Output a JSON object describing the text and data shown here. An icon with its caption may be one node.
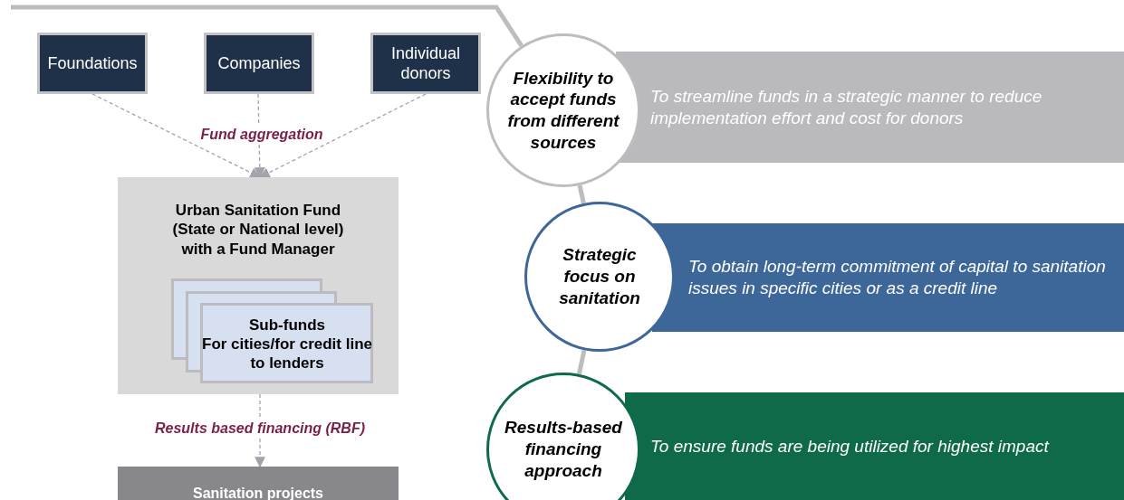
{
  "diagram": {
    "nodes": [
      {
        "text": [
          "Foundations"
        ]
      },
      {
        "text": [
          "Companies"
        ]
      },
      {
        "text": [
          "Individual donors"
        ]
      },
      {
        "text": [
          "Urban Sanitation Fund (State or National level) with a Fund Manager"
        ]
      },
      {
        "text": [
          "Sub-funds",
          "For cities/for credit line to lenders"
        ],
        "in": 3
      },
      {
        "text": [
          "Sanitation projects"
        ]
      },
      {
        "text": [
          "Flexibility to accept funds from different sources"
        ]
      },
      {
        "text": [
          "Strategic focus on sanitation"
        ]
      },
      {
        "text": [
          "Results-based financing approach"
        ]
      },
      {
        "text": [
          "To streamline funds in a strategic manner to reduce implementation effort and cost for donors"
        ]
      },
      {
        "text": [
          "To obtain long-term commitment of capital to sanitation issues in specific cities or as a credit line"
        ]
      },
      {
        "text": [
          "To ensure funds are being utilized for highest impact"
        ]
      }
    ],
    "edges": [
      {
        "from": 0,
        "to": 3,
        "arrow": "to",
        "style": "dashed"
      },
      {
        "from": 1,
        "to": 3,
        "arrow": "to",
        "style": "dashed",
        "label": "Fund aggregation"
      },
      {
        "from": 2,
        "to": 3,
        "arrow": "to",
        "style": "dashed"
      },
      {
        "from": 3,
        "to": 5,
        "arrow": "to",
        "style": "dashed",
        "label": "Results based financing (RBF)"
      },
      {
        "from": 6,
        "to": 7,
        "arrow": "none",
        "style": "thick",
        "color": "#bdbdc0"
      },
      {
        "from": 7,
        "to": 8,
        "arrow": "none",
        "style": "thick",
        "color": "#bdbdc0"
      },
      {
        "from": null,
        "to": 6,
        "arrow": "none",
        "style": "thick",
        "color": "#bdbdc0"
      }
    ]
  }
}
